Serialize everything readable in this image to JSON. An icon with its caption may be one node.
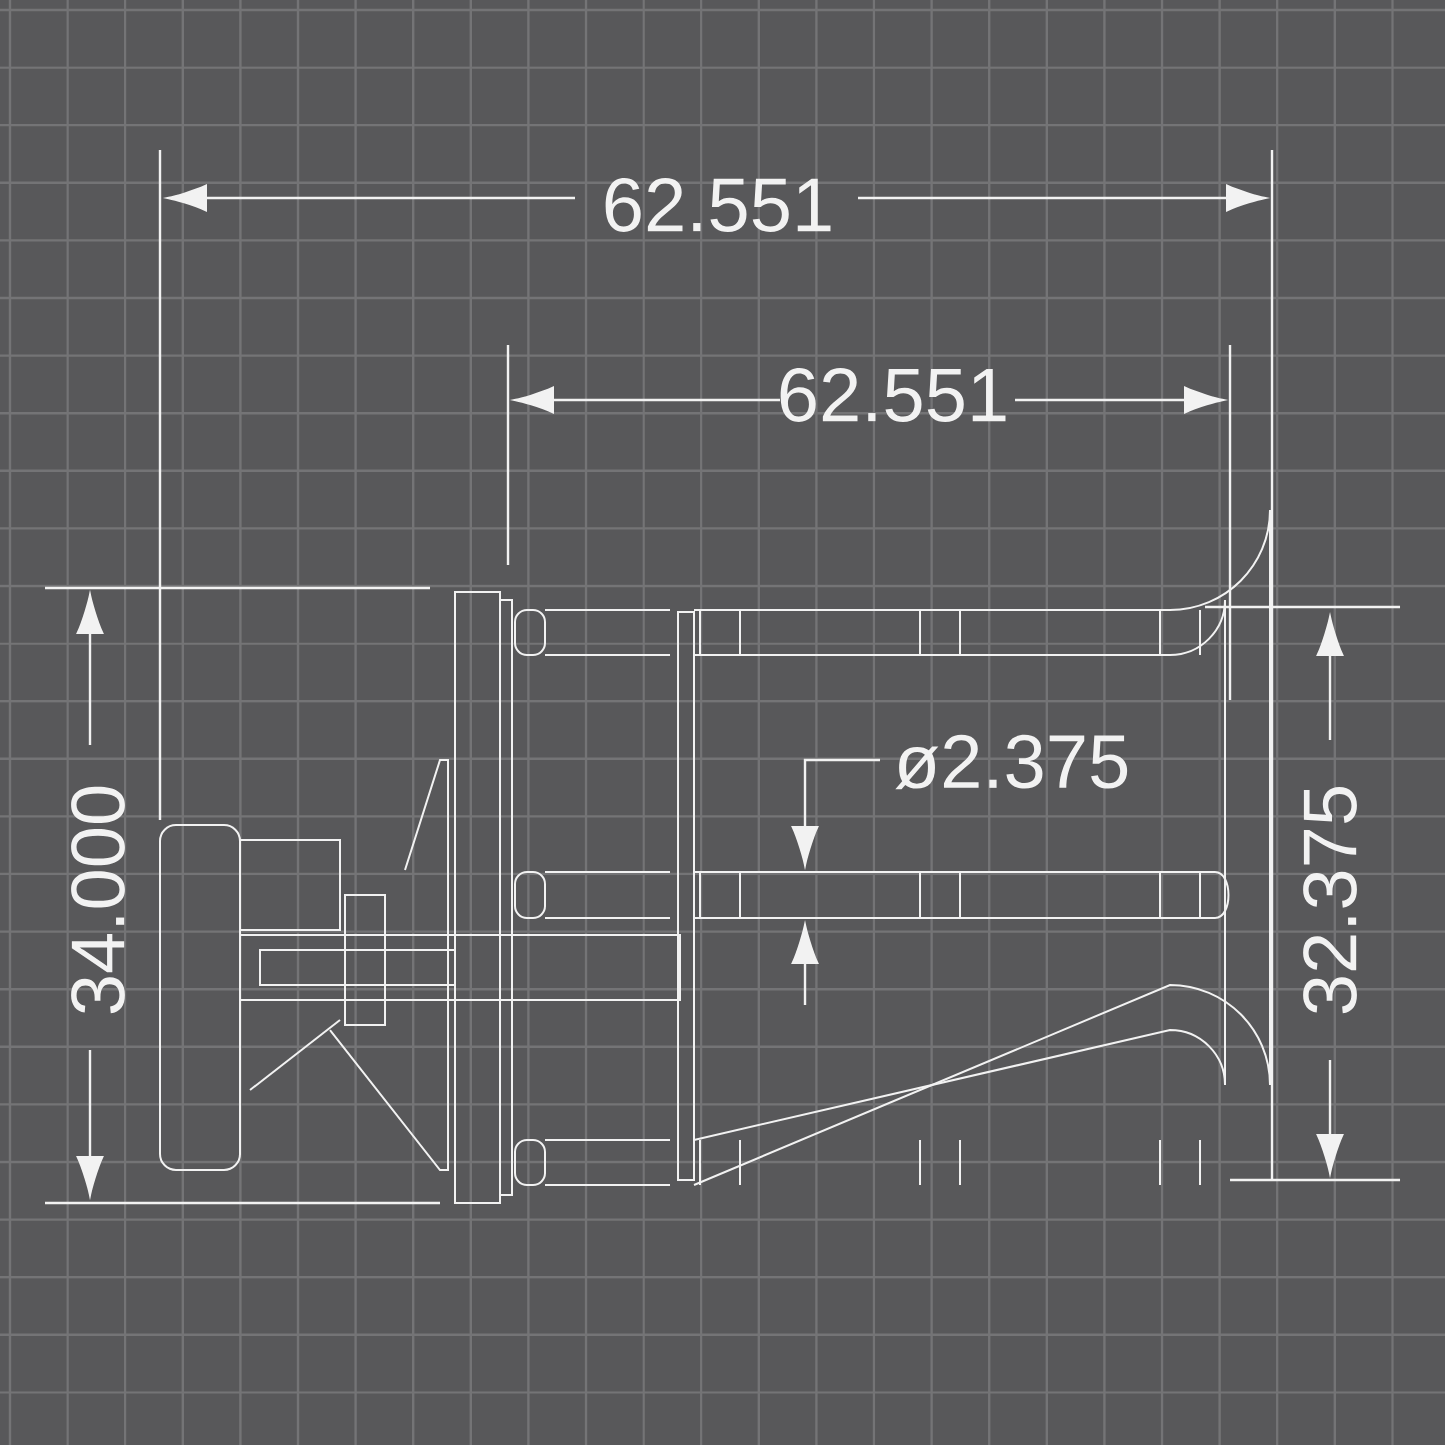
{
  "diagram": {
    "labels": [
      "62.551",
      "62.551",
      "ø2.375",
      "34.000",
      "32.375"
    ]
  }
}
